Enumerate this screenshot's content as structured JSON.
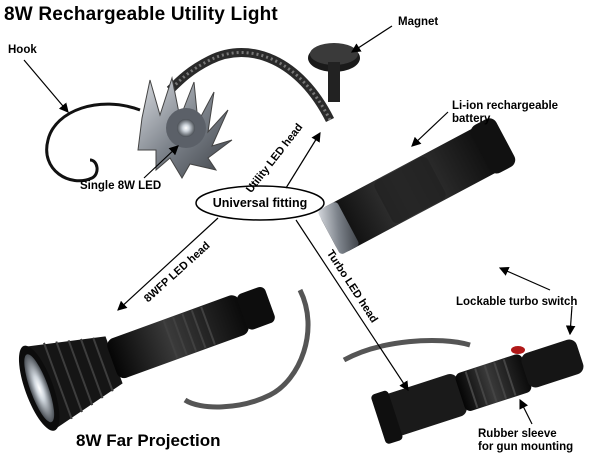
{
  "title": "8W Rechargeable Utility Light",
  "subtitle": "8W Far Projection",
  "center_label": "Universal fitting",
  "labels": {
    "hook": "Hook",
    "magnet": "Magnet",
    "battery_line1": "Li-ion rechargeable",
    "battery_line2": "battery",
    "single_led": "Single 8W LED",
    "lockable_switch": "Lockable turbo switch",
    "rubber_line1": "Rubber sleeve",
    "rubber_line2": "for gun mounting"
  },
  "rotated_labels": {
    "utility_head": "Utility LED head",
    "wfp_head": "8WFP LED head",
    "turbo_head": "Turbo LED head"
  },
  "colors": {
    "ink": "#000000",
    "metal": "#8a8f96",
    "body": "#1a1a1a"
  }
}
